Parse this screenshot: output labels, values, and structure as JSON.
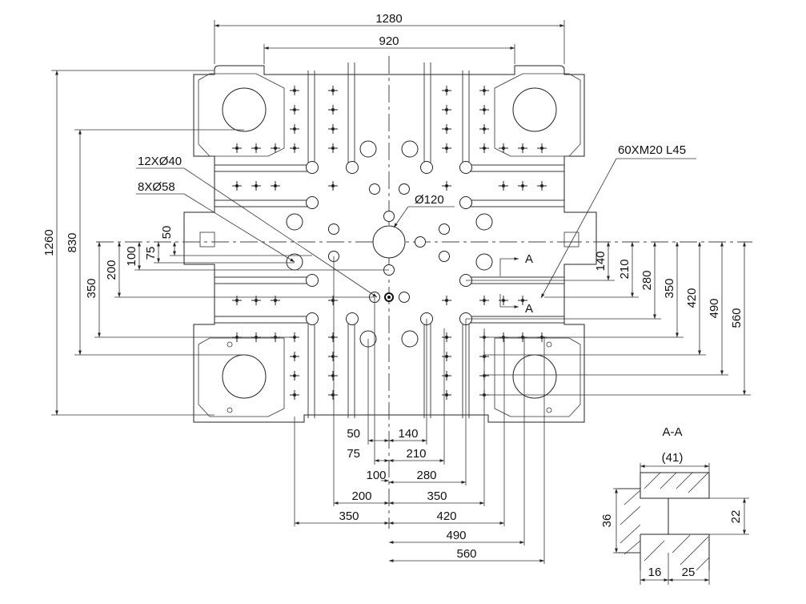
{
  "dimensions": {
    "top_overall": "1280",
    "top_inner": "920",
    "left_overall": "1260",
    "left_inner": "830",
    "left_350": "350",
    "left_200": "200",
    "left_100": "100",
    "left_75": "75",
    "left_50": "50",
    "right": [
      "140",
      "210",
      "280",
      "350",
      "420",
      "490",
      "560"
    ],
    "bottom_left": [
      "50",
      "75",
      "100",
      "200",
      "350"
    ],
    "bottom_right": [
      "140",
      "210",
      "280",
      "350",
      "420",
      "490",
      "560"
    ]
  },
  "callouts": {
    "holes_40": "12XØ40",
    "holes_58": "8XØ58",
    "center_hole": "Ø120",
    "thread": "60XM20 L45",
    "section_mark": "A"
  },
  "section": {
    "title": "A-A",
    "top_width": "(41)",
    "height_left": "36",
    "height_right": "22",
    "bottom_left": "16",
    "bottom_right": "25"
  }
}
